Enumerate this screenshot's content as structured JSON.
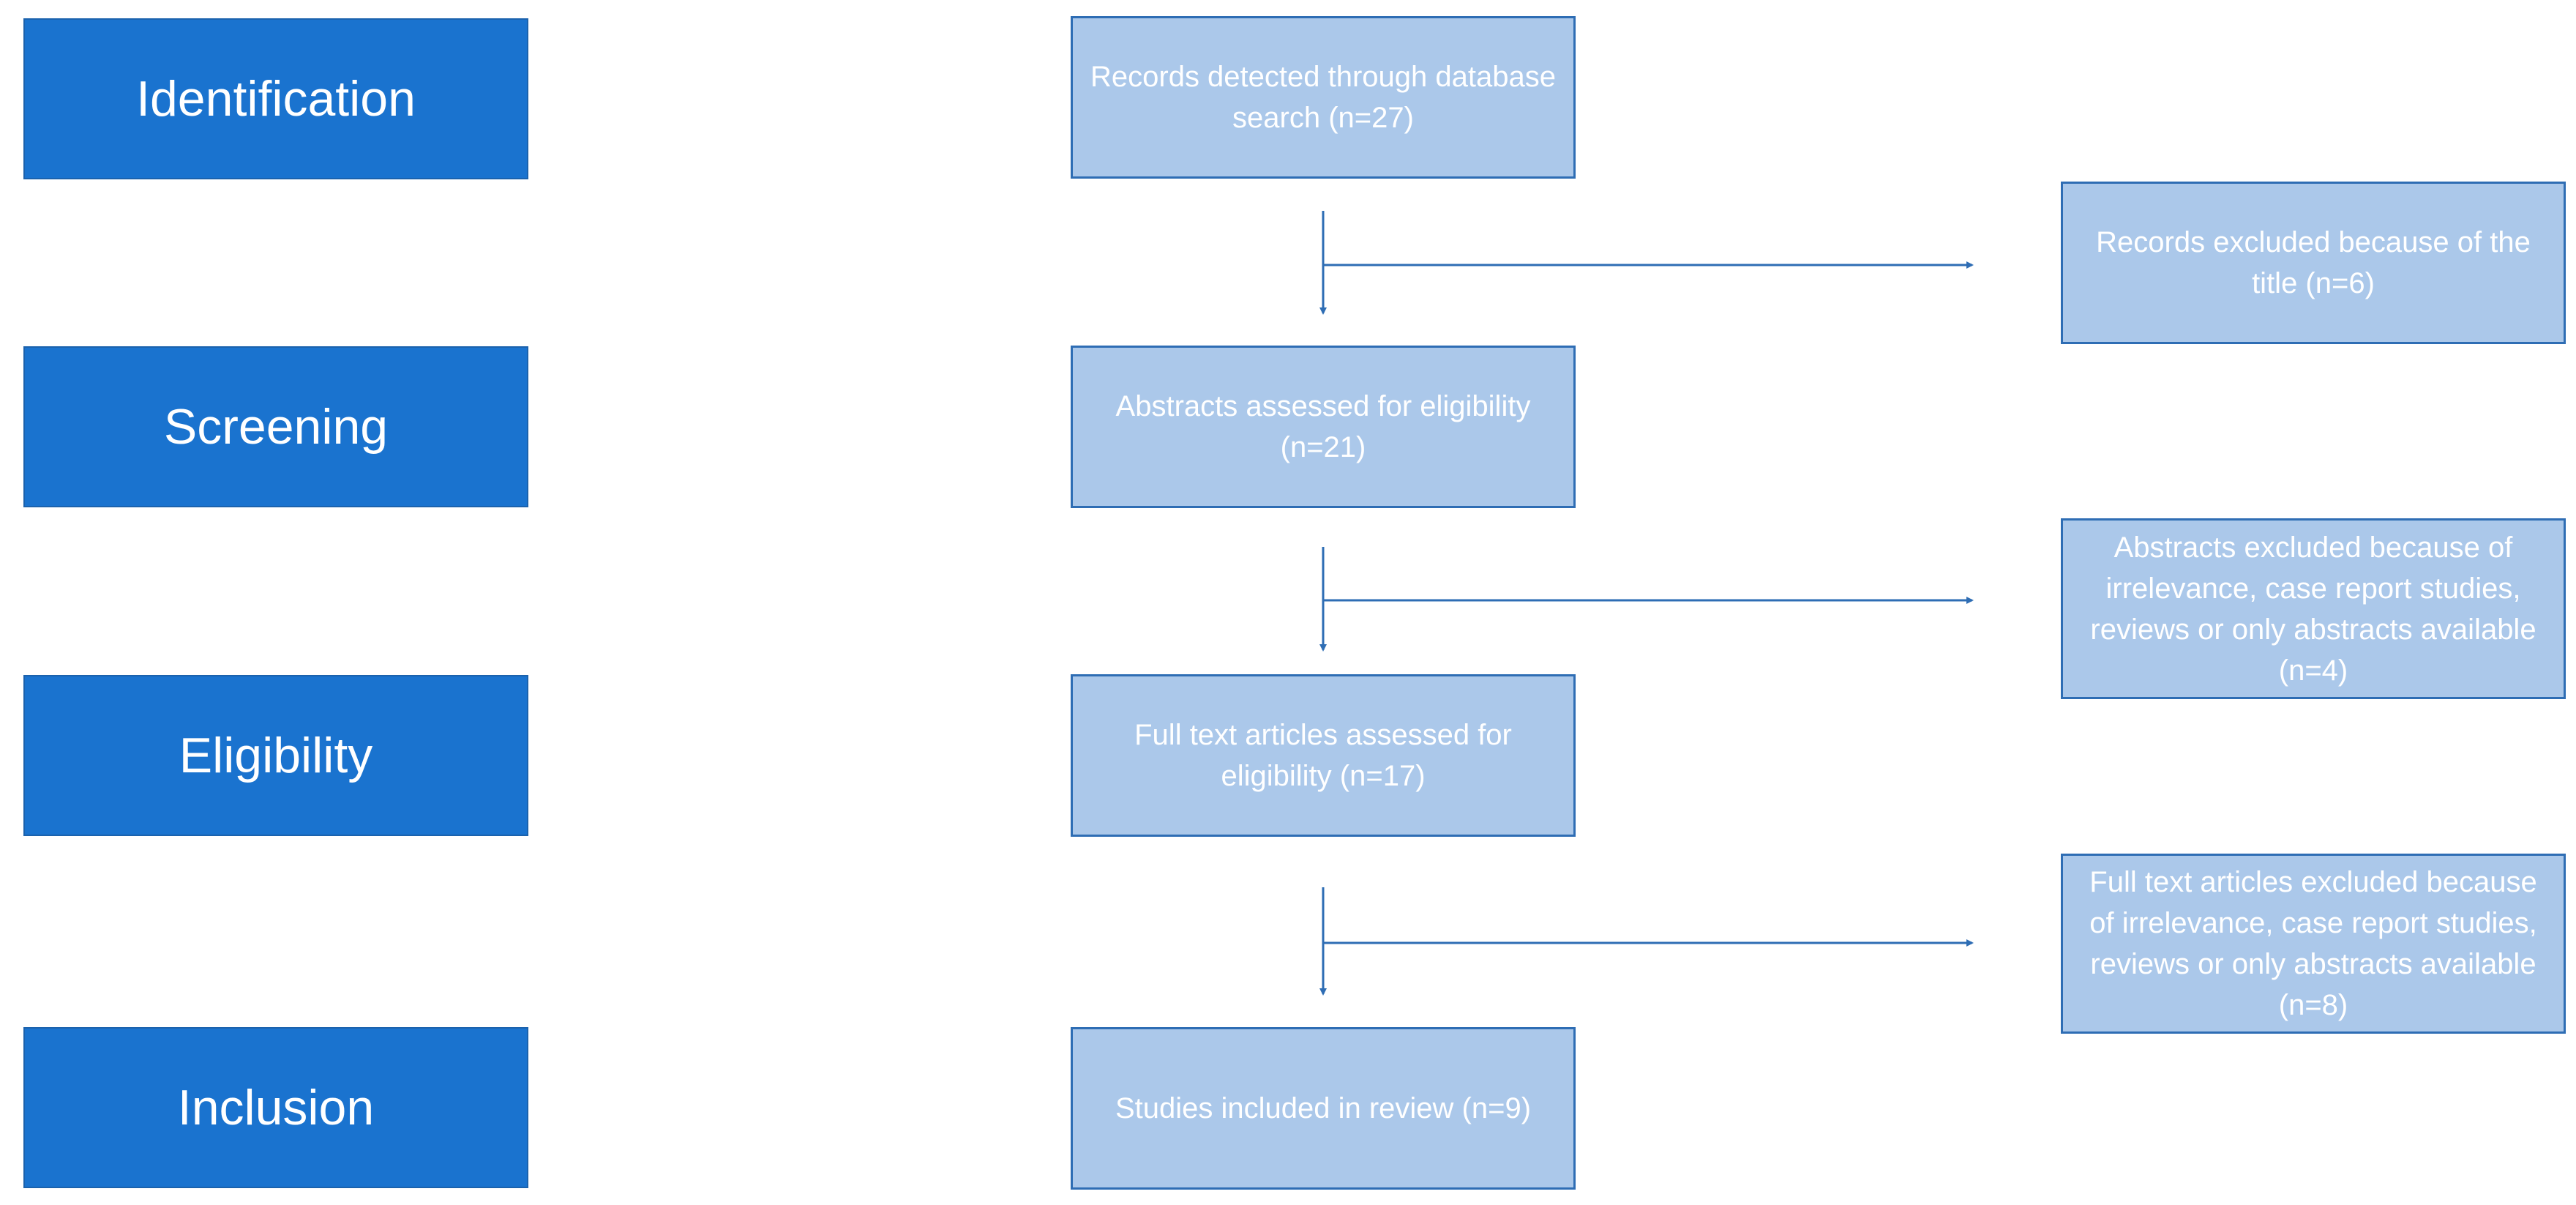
{
  "stages": [
    {
      "id": "identification",
      "label": "Identification"
    },
    {
      "id": "screening",
      "label": "Screening"
    },
    {
      "id": "eligibility",
      "label": "Eligibility"
    },
    {
      "id": "inclusion",
      "label": "Inclusion"
    }
  ],
  "flow": {
    "records_detected": "Records detected through database search (n=27)",
    "abstracts_assessed": "Abstracts assessed for eligibility (n=21)",
    "fulltext_assessed": "Full text articles assessed for eligibility (n=17)",
    "studies_included": "Studies included in review (n=9)"
  },
  "exclusions": {
    "title_excluded": "Records excluded because of the title (n=6)",
    "abstracts_excluded": "Abstracts excluded because of irrelevance, case report studies, reviews or only abstracts available (n=4)",
    "fulltext_excluded": "Full text articles excluded because of irrelevance, case report studies, reviews or only abstracts available (n=8)"
  },
  "colors": {
    "stage_fill": "#1a73cf",
    "box_fill": "#abc8ea",
    "box_border": "#2e6db4",
    "connector": "#2e6db4"
  }
}
